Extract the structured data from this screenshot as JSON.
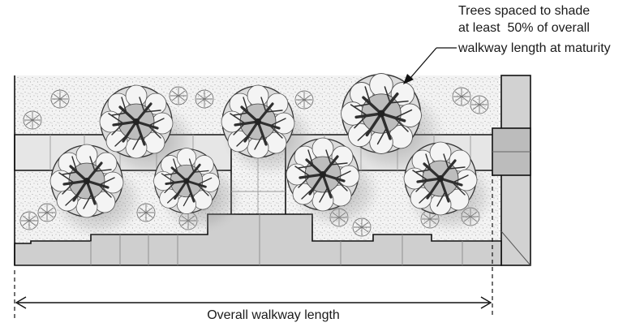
{
  "annotation": {
    "line1": "Trees spaced to shade",
    "line2": "at least  50% of overall",
    "line3": "walkway length at maturity"
  },
  "dimension": {
    "label": "Overall walkway length"
  },
  "colors": {
    "planting_bed": "#f2f2f2",
    "stipple": "#8c8c8c",
    "pavement": "#e6e6e6",
    "building": "#cfcfcf",
    "outline": "#111111",
    "tree_canopy": "#d9d9d9",
    "tree_branch": "#3a3a3a"
  },
  "icons": {
    "tree": "tree-canopy-icon",
    "arrow": "arrow-icon"
  }
}
